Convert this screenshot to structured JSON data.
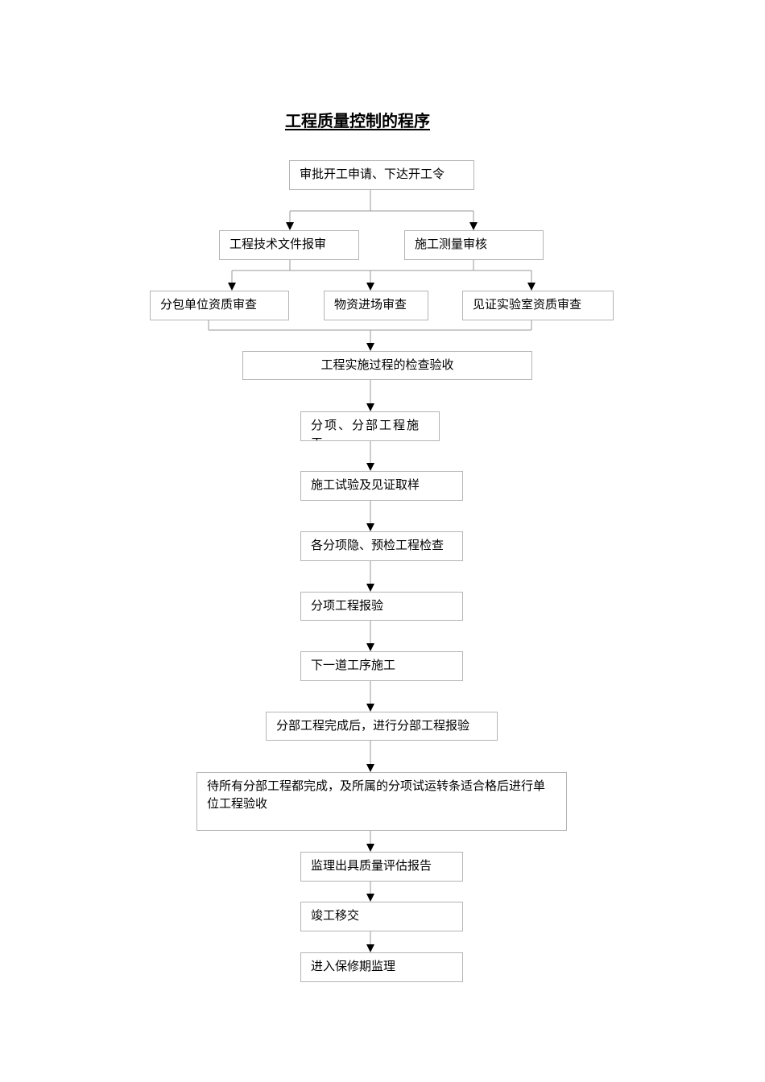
{
  "title": "工程质量控制的程序",
  "steps": {
    "approve_start": "审批开工申请、下达开工令",
    "tech_docs": "工程技术文件报审",
    "survey_review": "施工测量审核",
    "subcontractor": "分包单位资质审查",
    "materials": "物资进场审查",
    "lab_review": "见证实验室资质审查",
    "inspection": "工程实施过程的检查验收",
    "sub_construction": "分项、分部工程施工",
    "test_sampling": "施工试验及见证取样",
    "hidden_inspection": "各分项隐、预检工程检查",
    "sub_report": "分项工程报验",
    "next_process": "下一道工序施工",
    "division_report": "分部工程完成后，进行分部工程报验",
    "unit_acceptance": "待所有分部工程都完成，及所属的分项试运转条适合格后进行单位工程验收",
    "quality_report": "监理出具质量评估报告",
    "handover": "竣工移交",
    "warranty": "进入保修期监理"
  },
  "colors": {
    "border": "#b4b4b4",
    "line": "#999999",
    "arrow": "#000000"
  }
}
